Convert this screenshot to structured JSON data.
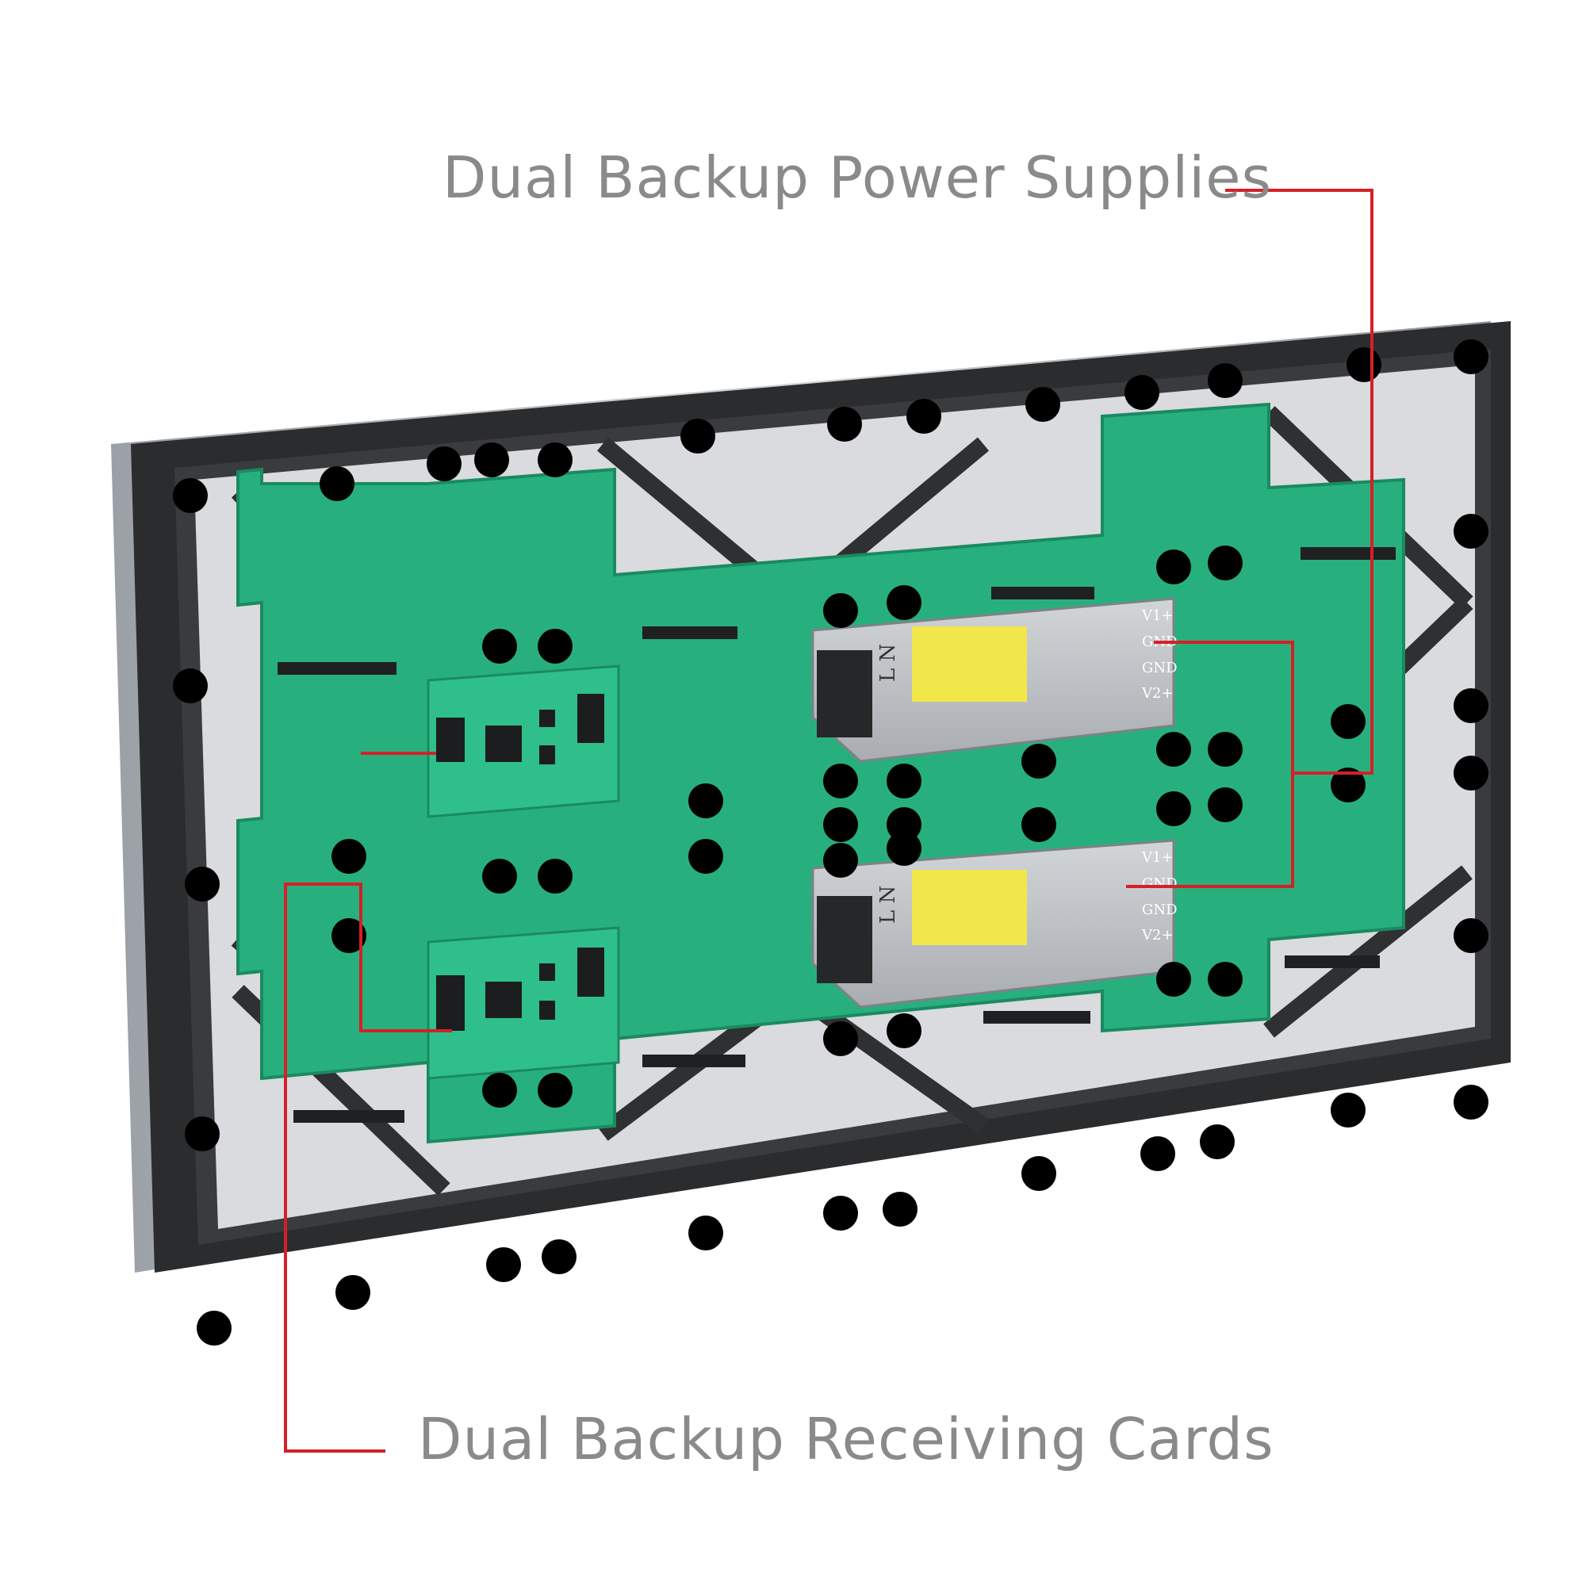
{
  "callouts": {
    "power_supplies": "Dual Backup Power Supplies",
    "receiving_cards": "Dual Backup Receiving Cards"
  },
  "psu": {
    "terminal_labels": [
      "V1+",
      "GND",
      "GND",
      "V2+"
    ],
    "phase_labels": "L N"
  },
  "colors": {
    "frame": "#2a2a2a",
    "aluminum": "#b8bcc0",
    "pcb": "#27b07e",
    "psu_case": "#b9bcbf",
    "callout_line": "#d42027",
    "label_text": "#8a8a8a"
  }
}
